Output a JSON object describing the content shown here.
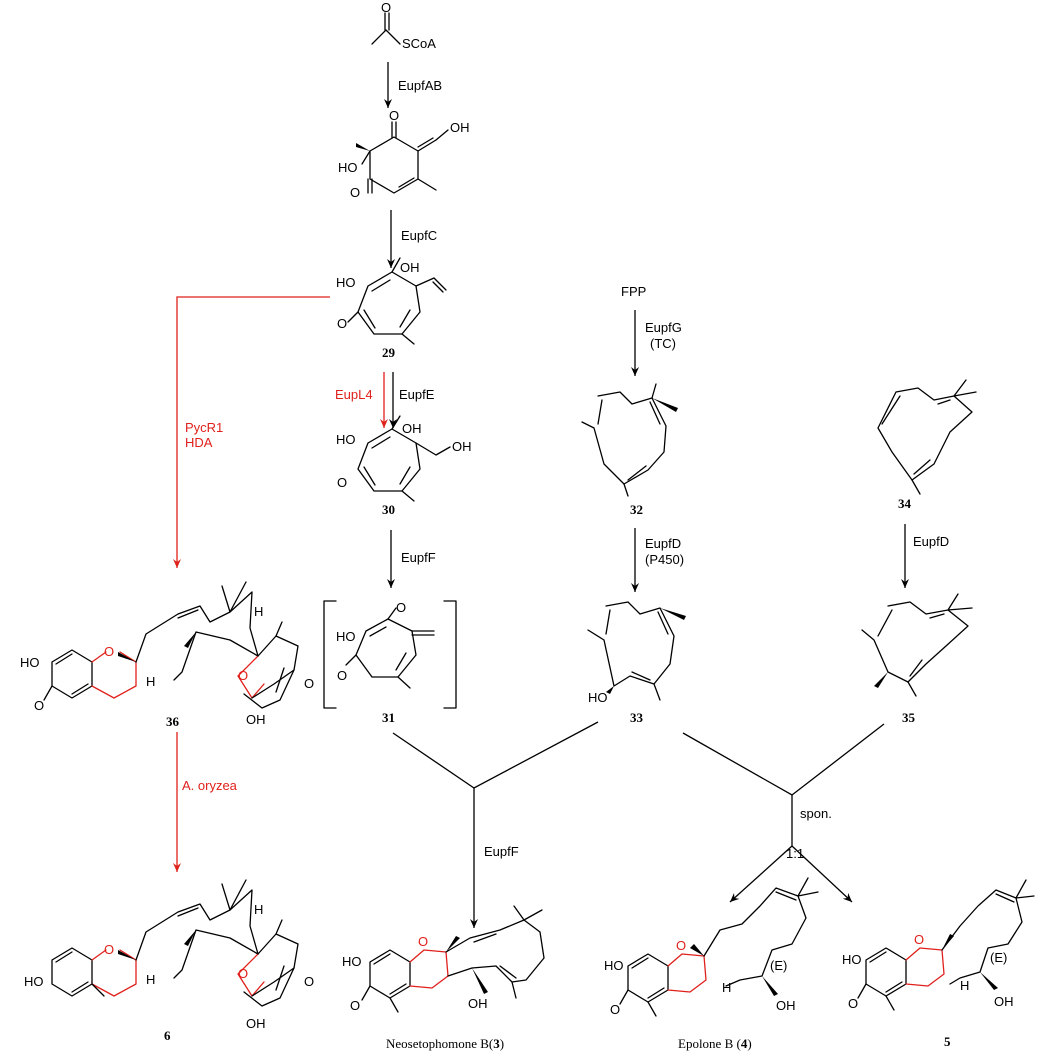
{
  "colors": {
    "ink": "#000000",
    "accent_red": "#e0201b",
    "background": "#ffffff"
  },
  "compounds": {
    "acetyl_coa": {
      "label": "",
      "atoms": {
        "o": "O",
        "scoa": "SCoA"
      }
    },
    "precursor": {
      "label": "",
      "atoms": {
        "o1": "O",
        "oh": "OH",
        "ho": "HO",
        "o2": "O"
      }
    },
    "c29": {
      "label": "29",
      "atoms": {
        "ho": "HO",
        "oh": "OH",
        "o": "O"
      }
    },
    "c30": {
      "label": "30",
      "atoms": {
        "ho": "HO",
        "oh": "OH",
        "oh2": "OH",
        "o": "O"
      }
    },
    "c31": {
      "label": "31",
      "atoms": {
        "ho": "HO",
        "o1": "O",
        "o2": "O"
      }
    },
    "fpp": {
      "label": "FPP"
    },
    "c32": {
      "label": "32"
    },
    "c33": {
      "label": "33",
      "atoms": {
        "ho": "HO"
      }
    },
    "c34": {
      "label": "34"
    },
    "c35": {
      "label": "35"
    },
    "c36": {
      "label": "36",
      "atoms": {
        "ho": "HO",
        "o_l": "O",
        "o_ring1": "O",
        "o_ring2": "O",
        "h1": "H",
        "h2": "H",
        "o_r": "O",
        "oh": "OH"
      }
    },
    "c6": {
      "label": "6",
      "atoms": {
        "ho": "HO",
        "o_ring1": "O",
        "o_ring2": "O",
        "h1": "H",
        "h2": "H",
        "o_r": "O",
        "oh": "OH"
      }
    },
    "c3": {
      "label_prefix": "Neosetophomone B(",
      "label_num": "3",
      "label_suffix": ")",
      "atoms": {
        "ho": "HO",
        "o": "O",
        "o_ring": "O",
        "oh": "OH"
      }
    },
    "c4": {
      "label_prefix": "Epolone B (",
      "label_num": "4",
      "label_suffix": ")",
      "atoms": {
        "ho": "HO",
        "o": "O",
        "o_ring": "O",
        "h": "H",
        "oh": "OH",
        "e": "(E)"
      }
    },
    "c5": {
      "label": "5",
      "atoms": {
        "ho": "HO",
        "o": "O",
        "o_ring": "O",
        "h": "H",
        "oh": "OH",
        "e": "(E)"
      }
    }
  },
  "steps": {
    "eupfab": "EupfAB",
    "eupfc": "EupfC",
    "eupl4": "EupL4",
    "eupfe": "EupfE",
    "eupff_1": "EupfF",
    "eupfg": "EupfG",
    "eupfg_note": "(TC)",
    "eupfd_1": "EupfD",
    "eupfd_1_note": "(P450)",
    "eupfd_2": "EupfD",
    "pycr1": "PycR1",
    "hda": "HDA",
    "a_oryzea": "A. oryzea",
    "eupff_2": "EupfF",
    "spon": "spon.",
    "ratio": "1:1"
  }
}
